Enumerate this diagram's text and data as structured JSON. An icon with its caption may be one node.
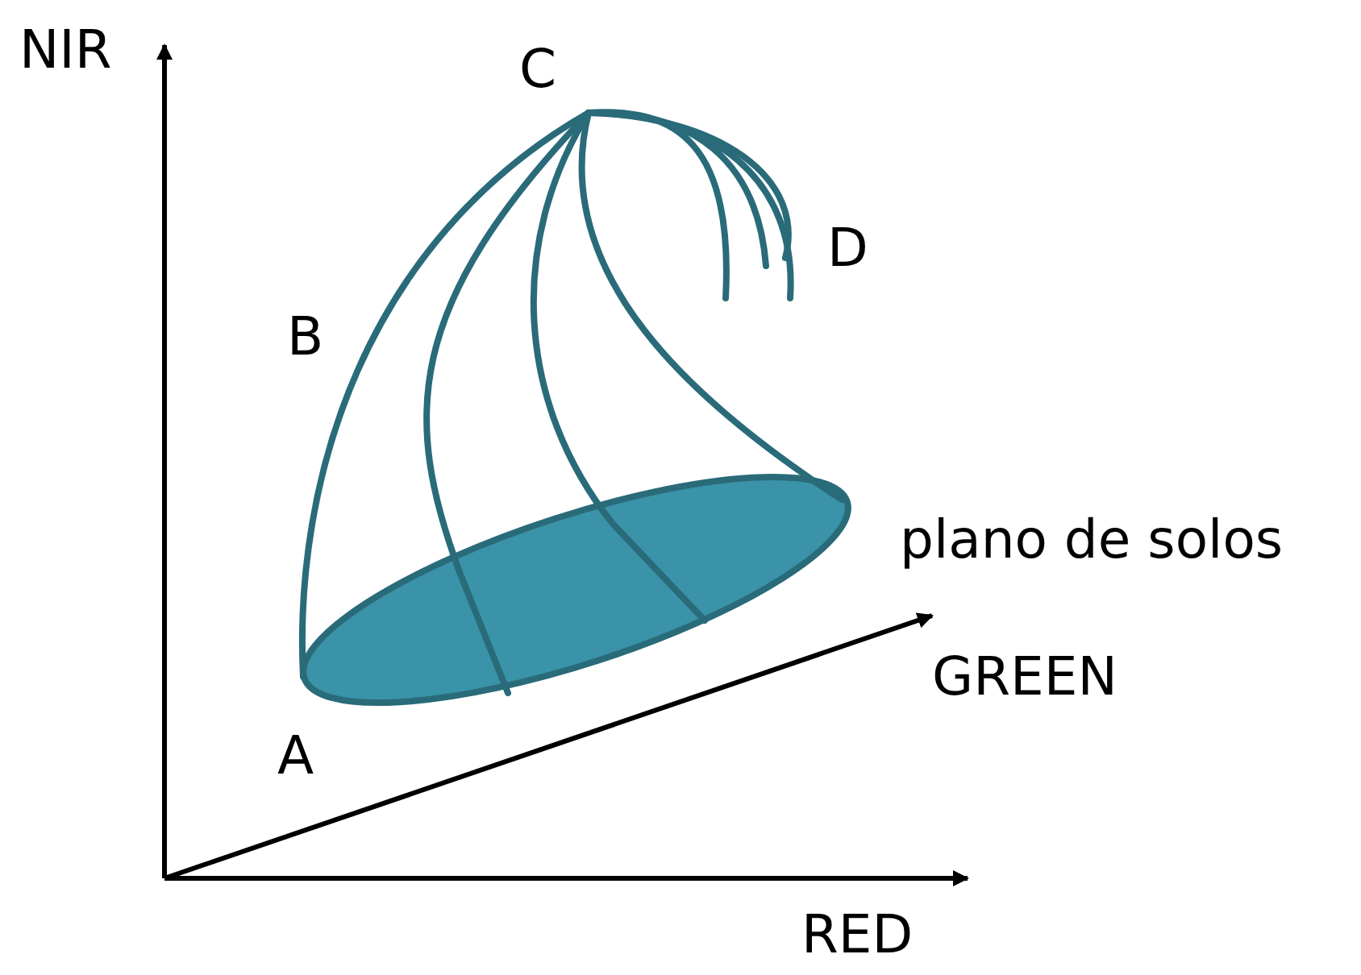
{
  "diagram": {
    "labels": [
      "NIR",
      "C",
      "D",
      "B",
      "plano de solos",
      "GREEN",
      "A",
      "RED"
    ]
  }
}
